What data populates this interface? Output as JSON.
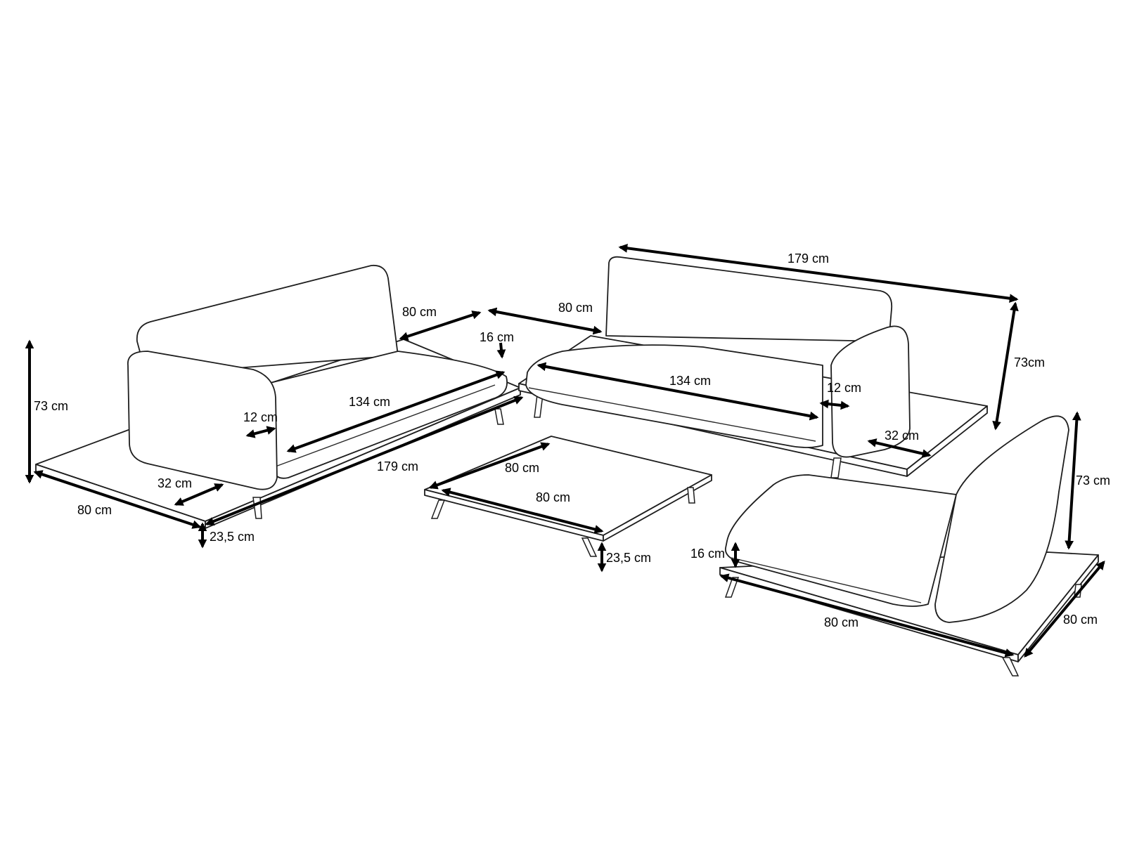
{
  "colors": {
    "line": "#1e1e1e",
    "background": "#ffffff",
    "dimension": "#000000"
  },
  "dimensions": {
    "left_sofa": {
      "height": "73 cm",
      "depth": "80 cm",
      "back_depth": "80 cm",
      "length": "179 cm",
      "seat_length": "134 cm",
      "armrest_width": "12 cm",
      "side_table": "32 cm",
      "base_height": "23,5 cm",
      "cushion_height": "16 cm"
    },
    "right_sofa": {
      "length": "179 cm",
      "depth": "80 cm",
      "height": "73cm",
      "seat_length": "134 cm",
      "armrest_width": "12 cm",
      "side_table": "32 cm"
    },
    "coffee_table": {
      "width": "80 cm",
      "depth": "80 cm",
      "height": "23,5 cm"
    },
    "chair": {
      "height": "73 cm",
      "cushion_height": "16 cm",
      "width": "80 cm",
      "depth": "80 cm"
    }
  }
}
